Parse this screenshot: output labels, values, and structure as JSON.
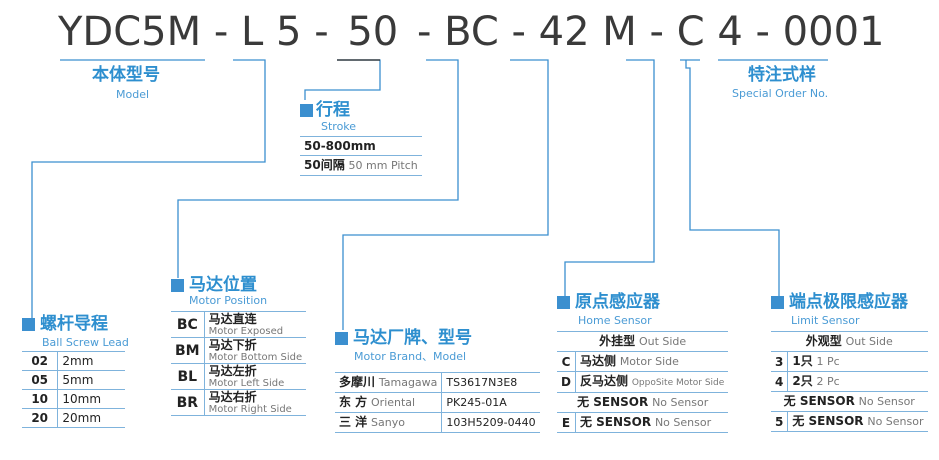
{
  "code": {
    "segments": [
      "YDC5M",
      "-",
      "L",
      "5",
      "-",
      "50",
      "-",
      "BC",
      "-",
      "42",
      "M",
      "-",
      "C",
      "4",
      "-",
      "0001"
    ]
  },
  "model": {
    "cn": "本体型号",
    "en": "Model"
  },
  "special": {
    "cn": "特注式样",
    "en": "Special Order No."
  },
  "stroke": {
    "cn": "行程",
    "en": "Stroke",
    "rows": [
      {
        "a": "50-800mm",
        "b": ""
      },
      {
        "a": "50间隔",
        "b": "50 mm Pitch"
      }
    ]
  },
  "lead": {
    "cn": "螺杆导程",
    "en": "Ball Screw Lead",
    "rows": [
      {
        "code": "02",
        "val": "2mm"
      },
      {
        "code": "05",
        "val": "5mm"
      },
      {
        "code": "10",
        "val": "10mm"
      },
      {
        "code": "20",
        "val": "20mm"
      }
    ]
  },
  "position": {
    "cn": "马达位置",
    "en": "Motor Position",
    "rows": [
      {
        "code": "BC",
        "cn": "马达直连",
        "en": "Motor Exposed"
      },
      {
        "code": "BM",
        "cn": "马达下折",
        "en": "Motor Bottom Side"
      },
      {
        "code": "BL",
        "cn": "马达左折",
        "en": "Motor Left Side"
      },
      {
        "code": "BR",
        "cn": "马达右折",
        "en": "Motor Right Side"
      }
    ]
  },
  "brand": {
    "cn": "马达厂牌、型号",
    "en": "Motor Brand、Model",
    "rows": [
      {
        "cn": "多摩川",
        "en": "Tamagawa",
        "model": "TS3617N3E8"
      },
      {
        "cn": "东 方",
        "en": "Oriental",
        "model": "PK245-01A"
      },
      {
        "cn": "三 洋",
        "en": "Sanyo",
        "model": "103H5209-0440"
      }
    ]
  },
  "home": {
    "cn": "原点感应器",
    "en": "Home Sensor",
    "header": {
      "cn": "外挂型",
      "en": "Out Side"
    },
    "rows": [
      {
        "code": "C",
        "cn": "马达侧",
        "en": "Motor Side"
      },
      {
        "code": "D",
        "cn": "反马达侧",
        "en": "OppoSite Motor Side"
      },
      {
        "code": "",
        "cn": "无 SENSOR",
        "en": "No Sensor"
      },
      {
        "code": "E",
        "cn": "无 SENSOR",
        "en": "No Sensor"
      }
    ]
  },
  "limit": {
    "cn": "端点极限感应器",
    "en": "Limit Sensor",
    "header": {
      "cn": "外观型",
      "en": "Out Side"
    },
    "rows": [
      {
        "code": "3",
        "cn": "1只",
        "en": "1 Pc"
      },
      {
        "code": "4",
        "cn": "2只",
        "en": "2 Pc"
      },
      {
        "code": "",
        "cn": "无 SENSOR",
        "en": "No Sensor"
      },
      {
        "code": "5",
        "cn": "无 SENSOR",
        "en": "No Sensor"
      }
    ]
  }
}
